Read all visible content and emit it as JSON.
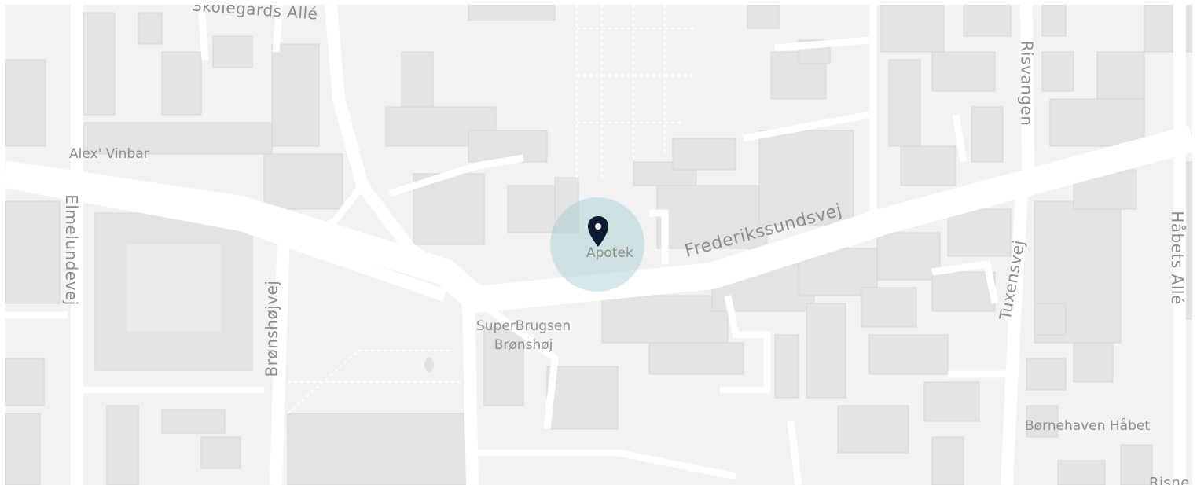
{
  "map": {
    "streets": {
      "frederikssundsvej": "Frederikssundsvej",
      "elmelundevej": "Elmelundevej",
      "bronshojvej": "Brønshøjvej",
      "risvangen": "Risvangen",
      "tuxensvej": "Tuxensvej",
      "habets_alle": "Håbets Allé",
      "top_alle": "Skolegårds Allé",
      "bottom_right": "Risne"
    },
    "pois": {
      "alex_vinbar": "Alex' Vinbar",
      "superbrugsen_line1": "SuperBrugsen",
      "superbrugsen_line2": "Brønshøj",
      "apotek": "Apotek",
      "bornehaven": "Børnehaven Håbet"
    },
    "marker": {
      "icon": "map-pin-icon",
      "color": "#0d1a33",
      "halo_color": "#a0cdd0"
    },
    "colors": {
      "background": "#f2f2f2",
      "building": "#e3e3e3",
      "road": "#ffffff",
      "label": "#8c8c8c"
    }
  }
}
